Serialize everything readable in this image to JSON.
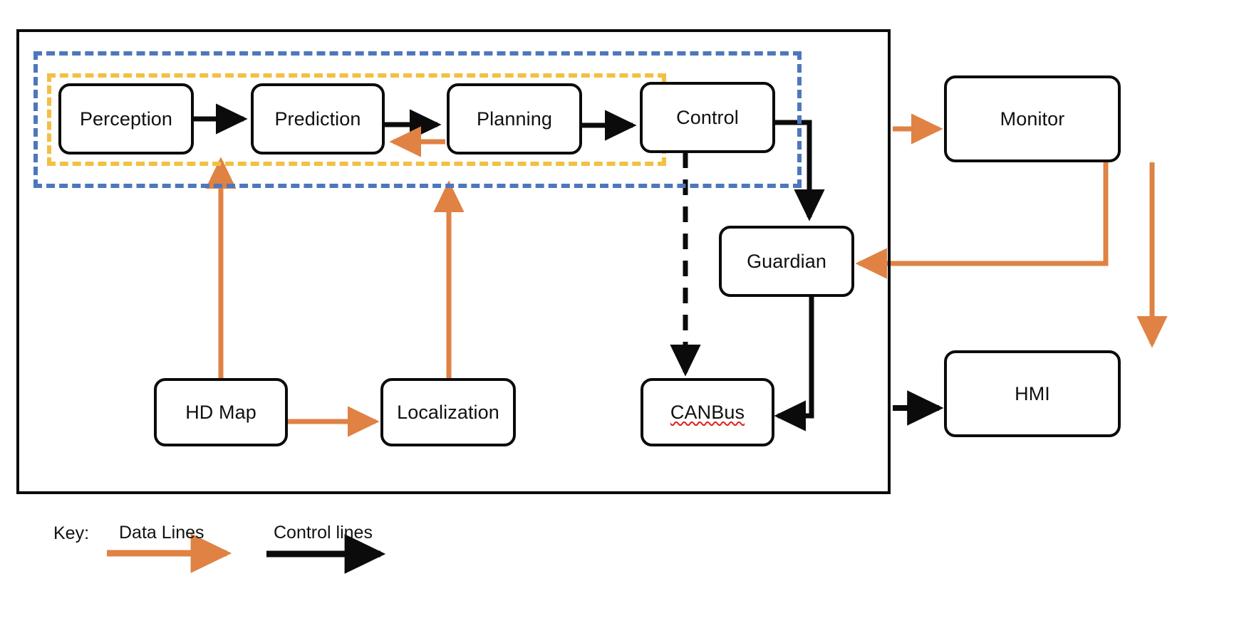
{
  "diagram": {
    "title": "Autonomous Driving Software Architecture Block Diagram",
    "colors": {
      "control_line": "#0b0b0b",
      "data_line": "#df8244",
      "group_outer_dashed": "#4e77bd",
      "group_inner_dashed": "#f2c044",
      "node_border": "#0b0b0b",
      "node_fill": "#ffffff",
      "spellcheck_underline": "#e02020"
    },
    "nodes": [
      {
        "id": "perception",
        "label": "Perception"
      },
      {
        "id": "prediction",
        "label": "Prediction"
      },
      {
        "id": "planning",
        "label": "Planning"
      },
      {
        "id": "control",
        "label": "Control"
      },
      {
        "id": "monitor",
        "label": "Monitor"
      },
      {
        "id": "guardian",
        "label": "Guardian"
      },
      {
        "id": "hdmap",
        "label": "HD Map"
      },
      {
        "id": "localization",
        "label": "Localization"
      },
      {
        "id": "canbus",
        "label": "CANBus",
        "spellcheck_flagged": true
      },
      {
        "id": "hmi",
        "label": "HMI"
      }
    ],
    "groups": [
      {
        "id": "outer-frame",
        "label": ""
      },
      {
        "id": "blue-dashed-group",
        "label": ""
      },
      {
        "id": "yellow-dashed-group",
        "label": ""
      }
    ],
    "edges": [
      {
        "from": "perception",
        "to": "prediction",
        "kind": "control"
      },
      {
        "from": "prediction",
        "to": "planning",
        "kind": "control"
      },
      {
        "from": "planning",
        "to": "prediction",
        "kind": "data"
      },
      {
        "from": "planning",
        "to": "control",
        "kind": "control"
      },
      {
        "from": "control",
        "to": "guardian",
        "kind": "control"
      },
      {
        "from": "control",
        "to": "canbus",
        "kind": "control-dashed"
      },
      {
        "from": "guardian",
        "to": "canbus",
        "kind": "control"
      },
      {
        "from": "hdmap",
        "to": "perception",
        "kind": "data"
      },
      {
        "from": "hdmap",
        "to": "localization",
        "kind": "data"
      },
      {
        "from": "localization",
        "to": "planning",
        "kind": "data"
      },
      {
        "from": "system",
        "to": "monitor",
        "kind": "data"
      },
      {
        "from": "monitor",
        "to": "guardian",
        "kind": "data"
      },
      {
        "from": "monitor",
        "to": "hmi",
        "kind": "data"
      },
      {
        "from": "system",
        "to": "hmi",
        "kind": "control"
      }
    ]
  },
  "legend": {
    "key_label": "Key:",
    "data_label": "Data Lines",
    "control_label": "Control lines"
  }
}
